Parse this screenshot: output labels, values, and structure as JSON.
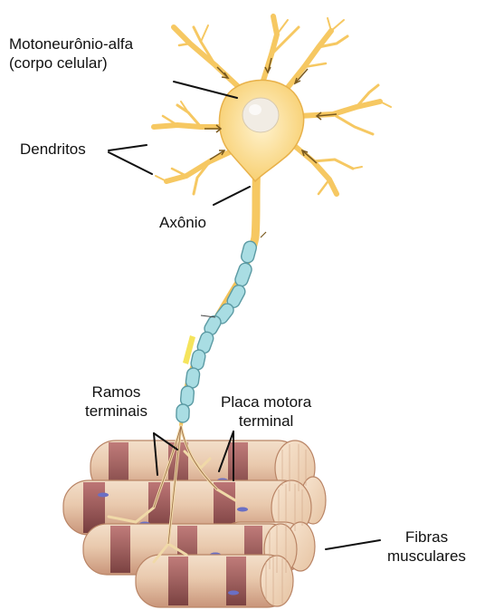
{
  "labels": {
    "cell_body_line1": "Motoneurônio-alfa",
    "cell_body_line2": "(corpo celular)",
    "dendrites": "Dendritos",
    "axon": "Axônio",
    "terminal_branches_line1": "Ramos",
    "terminal_branches_line2": "terminais",
    "end_plate_line1": "Placa motora",
    "end_plate_line2": "terminal",
    "muscle_fibers_line1": "Fibras",
    "muscle_fibers_line2": "musculares"
  },
  "colors": {
    "neuron_fill": "#fbd77e",
    "neuron_edge": "#e8b14a",
    "nucleus": "#f1ece4",
    "myelin": "#a9dde3",
    "myelin_edge": "#5b9aa3",
    "muscle_light": "#efd6bd",
    "muscle_dark": "#8b4a4f",
    "muscle_band": "#a4575b",
    "nucleus_blue": "#6a6fc4",
    "leader_line": "#111111"
  }
}
